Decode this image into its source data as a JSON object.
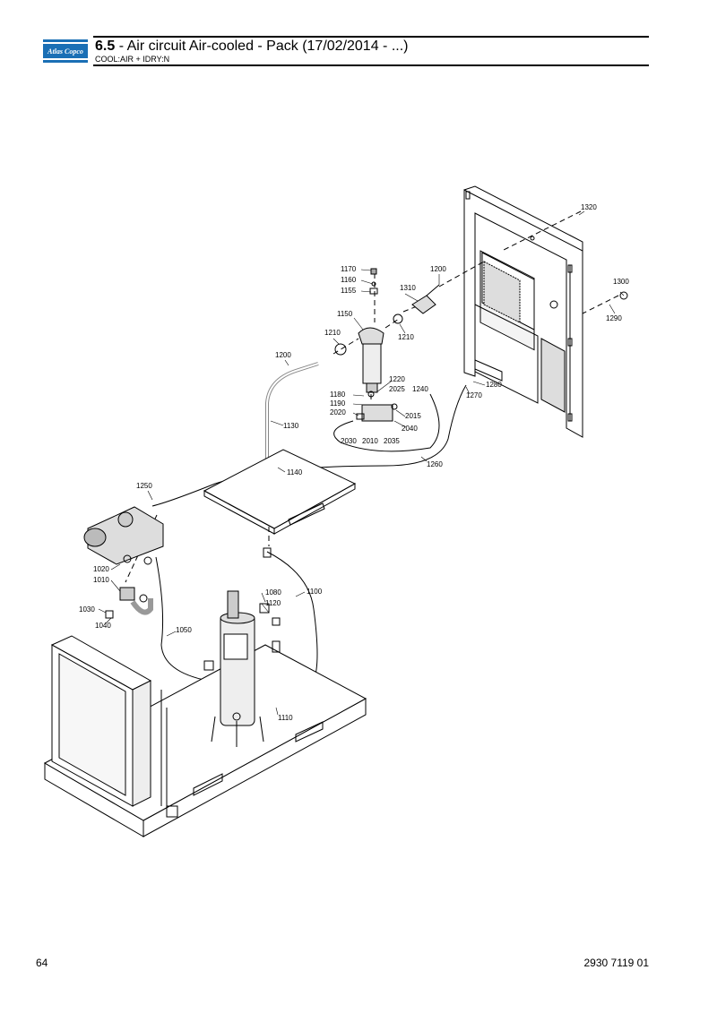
{
  "header": {
    "logo_text": "Atlas Copco",
    "section_number": "6.5",
    "section_title": " - Air circuit Air-cooled - Pack (17/02/2014 - ...)",
    "subtitle": "COOL:AIR + IDRY:N",
    "brand_color": "#1a6fb5"
  },
  "callouts": {
    "c1320": "1320",
    "c1200a": "1200",
    "c1170": "1170",
    "c1160": "1160",
    "c1155": "1155",
    "c1310": "1310",
    "c1300": "1300",
    "c1290": "1290",
    "c1150": "1150",
    "c1210a": "1210",
    "c1210b": "1210",
    "c1200b": "1200",
    "c1220": "1220",
    "c2025": "2025",
    "c1240": "1240",
    "c1280": "1280",
    "c1270": "1270",
    "c1180": "1180",
    "c1190": "1190",
    "c2020": "2020",
    "c2015": "2015",
    "c2040": "2040",
    "c2030": "2030",
    "c2010": "2010",
    "c2035": "2035",
    "c1130": "1130",
    "c1260": "1260",
    "c1140": "1140",
    "c1250": "1250",
    "c1100": "1100",
    "c1080": "1080",
    "c1120": "1120",
    "c1020": "1020",
    "c1010": "1010",
    "c1030": "1030",
    "c1040": "1040",
    "c1050": "1050",
    "c1110": "1110"
  },
  "footer": {
    "page_number": "64",
    "document_number": "2930 7119 01"
  }
}
